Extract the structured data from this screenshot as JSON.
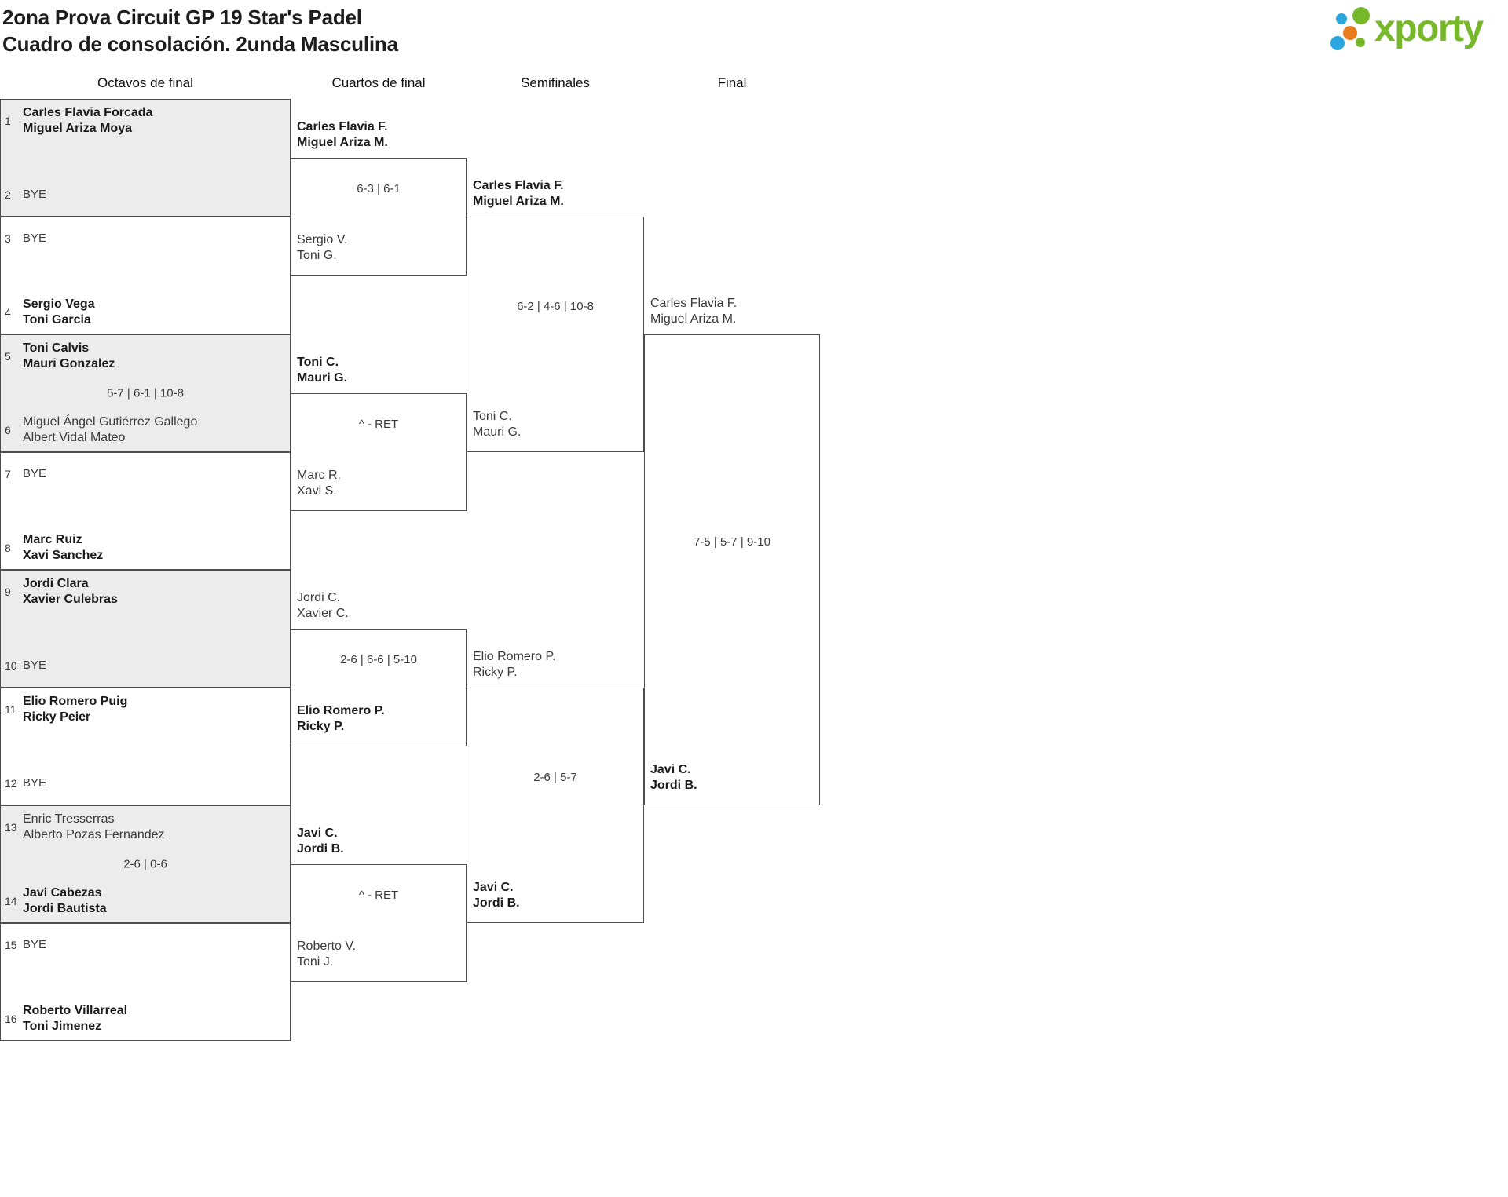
{
  "colors": {
    "shade": "#ececec",
    "border": "#4d4d4d",
    "brand_green": "#76b82a",
    "brand_orange": "#e87d1e",
    "brand_blue": "#2aa7de"
  },
  "title": {
    "line1": "2ona Prova Circuit GP 19 Star's Padel",
    "line2": "Cuadro de consolación. 2unda Masculina"
  },
  "brand": {
    "name": "xporty"
  },
  "round_headers": [
    "Octavos de final",
    "Cuartos de final",
    "Semifinales",
    "Final"
  ],
  "r1": [
    {
      "s1": {
        "num": "1",
        "a": "Carles Flavia Forcada",
        "b": "Miguel Ariza Moya"
      },
      "s2": {
        "num": "2",
        "a": "BYE"
      }
    },
    {
      "s1": {
        "num": "3",
        "a": "BYE"
      },
      "s2": {
        "num": "4",
        "a": "Sergio Vega",
        "b": "Toni Garcia"
      }
    },
    {
      "s1": {
        "num": "5",
        "a": "Toni Calvis",
        "b": "Mauri Gonzalez"
      },
      "score": "5-7 | 6-1 | 10-8",
      "s2": {
        "num": "6",
        "a": "Miguel Ángel Gutiérrez Gallego",
        "b": "Albert Vidal Mateo"
      }
    },
    {
      "s1": {
        "num": "7",
        "a": "BYE"
      },
      "s2": {
        "num": "8",
        "a": "Marc Ruiz",
        "b": "Xavi Sanchez"
      }
    },
    {
      "s1": {
        "num": "9",
        "a": "Jordi Clara",
        "b": "Xavier Culebras"
      },
      "s2": {
        "num": "10",
        "a": "BYE"
      }
    },
    {
      "s1": {
        "num": "11",
        "a": "Elio Romero Puig",
        "b": "Ricky Peier"
      },
      "s2": {
        "num": "12",
        "a": "BYE"
      }
    },
    {
      "s1": {
        "num": "13",
        "a": "Enric Tresserras",
        "b": "Alberto Pozas Fernandez"
      },
      "score": "2-6 | 0-6",
      "s2": {
        "num": "14",
        "a": "Javi Cabezas",
        "b": "Jordi Bautista"
      }
    },
    {
      "s1": {
        "num": "15",
        "a": "BYE"
      },
      "s2": {
        "num": "16",
        "a": "Roberto Villarreal",
        "b": "Toni Jimenez"
      }
    }
  ],
  "qf": [
    {
      "t1a": "Carles Flavia F.",
      "t1b": "Miguel Ariza M.",
      "score": "6-3 | 6-1",
      "t2a": "Sergio V.",
      "t2b": "Toni G."
    },
    {
      "t1a": "Toni C.",
      "t1b": "Mauri G.",
      "score": "^ - RET",
      "t2a": "Marc R.",
      "t2b": "Xavi S."
    },
    {
      "t1a": "Jordi C.",
      "t1b": "Xavier C.",
      "score": "2-6 | 6-6 | 5-10",
      "t2a": "Elio Romero P.",
      "t2b": "Ricky P."
    },
    {
      "t1a": "Javi C.",
      "t1b": "Jordi B.",
      "score": "^ - RET",
      "t2a": "Roberto V.",
      "t2b": "Toni J."
    }
  ],
  "sf": [
    {
      "t1a": "Carles Flavia F.",
      "t1b": "Miguel Ariza M.",
      "score": "6-2 | 4-6 | 10-8",
      "t2a": "Toni C.",
      "t2b": "Mauri G."
    },
    {
      "t1a": "Elio Romero P.",
      "t1b": "Ricky P.",
      "score": "2-6 | 5-7",
      "t2a": "Javi C.",
      "t2b": "Jordi B."
    }
  ],
  "fin": [
    {
      "t1a": "Carles Flavia F.",
      "t1b": "Miguel Ariza M.",
      "score": "7-5 | 5-7 | 9-10",
      "t2a": "Javi C.",
      "t2b": "Jordi B."
    }
  ]
}
